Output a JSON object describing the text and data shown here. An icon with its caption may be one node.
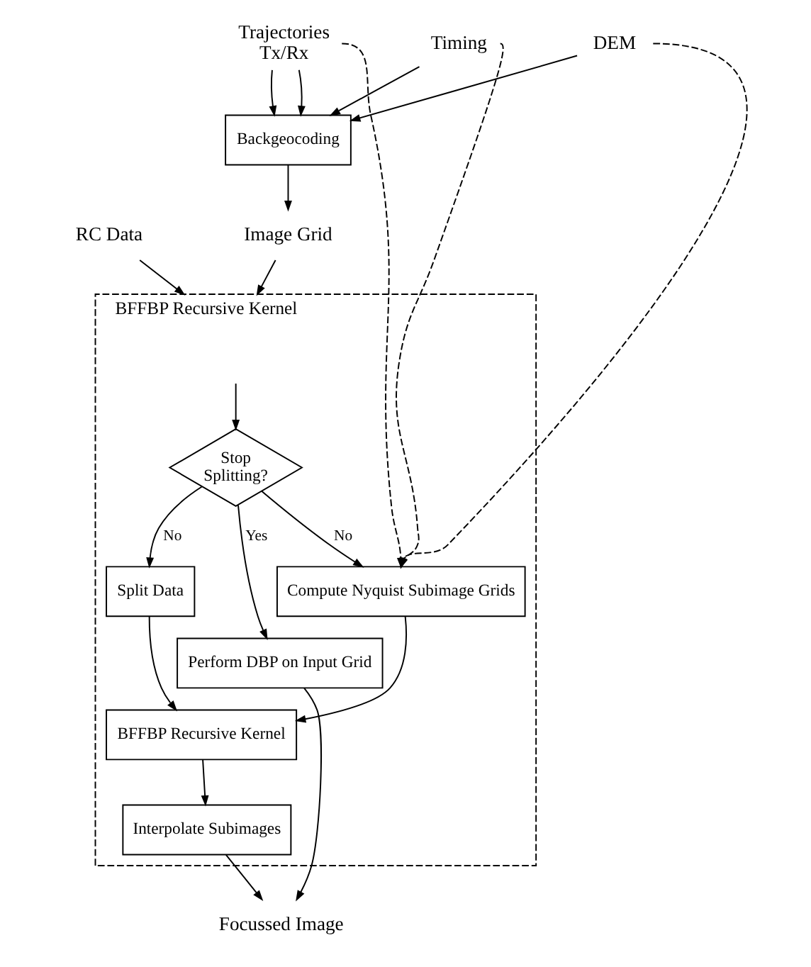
{
  "diagram": {
    "nodes": [
      {
        "text": [
          "Trajectories Tx/Rx"
        ]
      },
      {
        "text": [
          "Timing"
        ]
      },
      {
        "text": [
          "DEM"
        ]
      },
      {
        "text": [
          "Backgeocoding"
        ]
      },
      {
        "text": [
          "RC Data"
        ]
      },
      {
        "text": [
          "Image Grid"
        ]
      },
      {
        "text": [
          "BFFBP Recursive Kernel"
        ]
      },
      {
        "text": [
          "Stop Splitting?"
        ],
        "in": 6
      },
      {
        "text": [
          "Split Data"
        ],
        "in": 6
      },
      {
        "text": [
          "Compute Nyquist Subimage Grids"
        ],
        "in": 6
      },
      {
        "text": [
          "BFFBP Recursive Kernel"
        ],
        "in": 6
      },
      {
        "text": [
          "Interpolate Subimages"
        ],
        "in": 6
      },
      {
        "text": [
          "Perform DBP on Input Grid"
        ],
        "in": 6
      },
      {
        "text": [
          "Focussed Image"
        ]
      }
    ],
    "edges": [
      {
        "from": 0,
        "to": 3,
        "arrow": "to"
      },
      {
        "from": 0,
        "to": 3,
        "arrow": "to"
      },
      {
        "from": 1,
        "to": 3,
        "arrow": "to"
      },
      {
        "from": 2,
        "to": 3,
        "arrow": "to"
      },
      {
        "from": 0,
        "to": 9,
        "arrow": "to",
        "style": "dashed"
      },
      {
        "from": 1,
        "to": 9,
        "arrow": "to",
        "style": "dashed"
      },
      {
        "from": 2,
        "to": 9,
        "arrow": "to",
        "style": "dashed"
      },
      {
        "from": 3,
        "to": 5,
        "arrow": "to"
      },
      {
        "from": 4,
        "to": 6,
        "arrow": "to"
      },
      {
        "from": 5,
        "to": 6,
        "arrow": "to"
      },
      {
        "from": null,
        "to": 7,
        "arrow": "to"
      },
      {
        "from": 7,
        "to": 8,
        "arrow": "to",
        "label": "No"
      },
      {
        "from": 7,
        "to": 9,
        "arrow": "to",
        "label": "No"
      },
      {
        "from": 7,
        "to": 12,
        "arrow": "to",
        "label": "Yes"
      },
      {
        "from": 8,
        "to": 10,
        "arrow": "to"
      },
      {
        "from": 9,
        "to": 10,
        "arrow": "to"
      },
      {
        "from": 10,
        "to": 11,
        "arrow": "to"
      },
      {
        "from": 11,
        "to": 13,
        "arrow": "to"
      },
      {
        "from": 12,
        "to": 13,
        "arrow": "to"
      }
    ]
  }
}
